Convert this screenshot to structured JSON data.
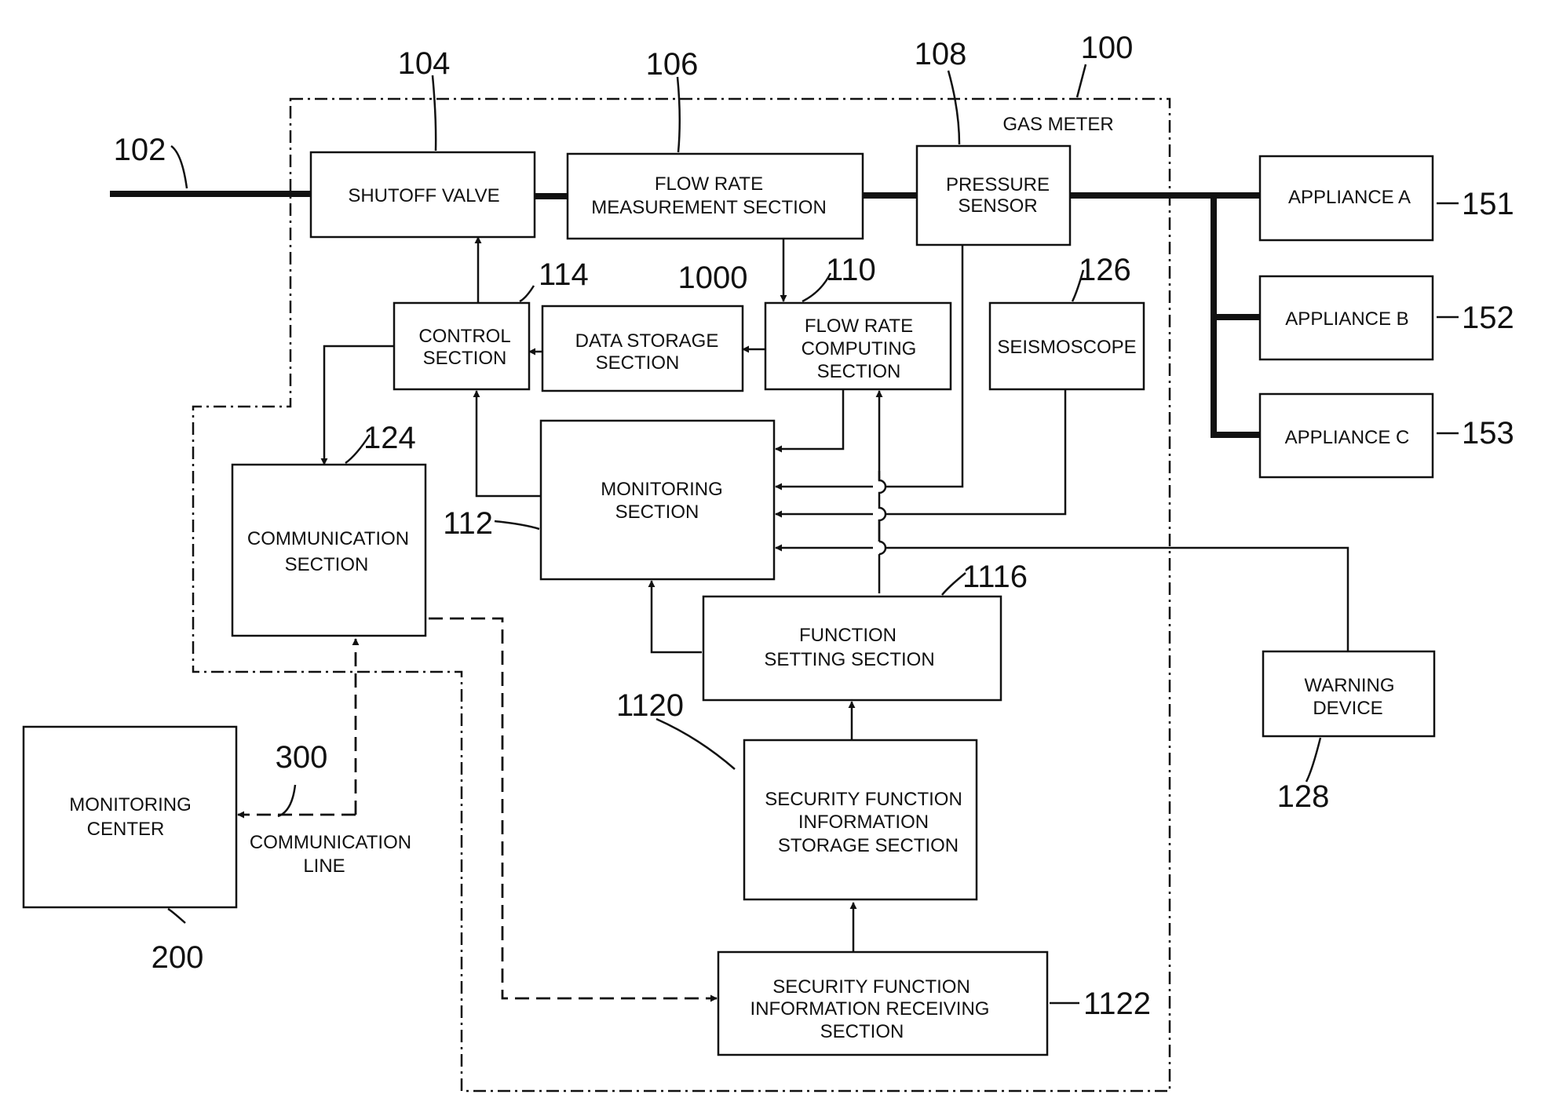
{
  "diagram": {
    "boxes": {
      "shutoff_valve": [
        "SHUTOFF VALVE"
      ],
      "flow_rate_measurement": [
        "FLOW RATE",
        "MEASUREMENT SECTION"
      ],
      "pressure_sensor": [
        "PRESSURE",
        "SENSOR"
      ],
      "appliance_a": [
        "APPLIANCE A"
      ],
      "appliance_b": [
        "APPLIANCE B"
      ],
      "appliance_c": [
        "APPLIANCE C"
      ],
      "control_section": [
        "CONTROL",
        "SECTION"
      ],
      "data_storage": [
        "DATA STORAGE",
        "SECTION"
      ],
      "flow_rate_computing": [
        "FLOW RATE",
        "COMPUTING",
        "SECTION"
      ],
      "seismoscope": [
        "SEISMOSCOPE"
      ],
      "communication_section": [
        "COMMUNICATION",
        "SECTION"
      ],
      "monitoring_section": [
        "MONITORING",
        "SECTION"
      ],
      "function_setting": [
        "FUNCTION",
        "SETTING SECTION"
      ],
      "warning_device": [
        "WARNING",
        "DEVICE"
      ],
      "monitoring_center": [
        "MONITORING",
        "CENTER"
      ],
      "security_function_storage": [
        "SECURITY FUNCTION",
        "INFORMATION",
        "STORAGE SECTION"
      ],
      "security_function_receiving": [
        "SECURITY FUNCTION",
        "INFORMATION RECEIVING",
        "SECTION"
      ]
    },
    "texts": {
      "gas_meter": "GAS METER",
      "communication_line": [
        "COMMUNICATION",
        "LINE"
      ]
    },
    "refs": {
      "r100": "100",
      "r102": "102",
      "r104": "104",
      "r106": "106",
      "r108": "108",
      "r110": "110",
      "r112": "112",
      "r114": "114",
      "r124": "124",
      "r126": "126",
      "r128": "128",
      "r151": "151",
      "r152": "152",
      "r153": "153",
      "r200": "200",
      "r300": "300",
      "r1000": "1000",
      "r1116": "1116",
      "r1120": "1120",
      "r1122": "1122"
    }
  }
}
